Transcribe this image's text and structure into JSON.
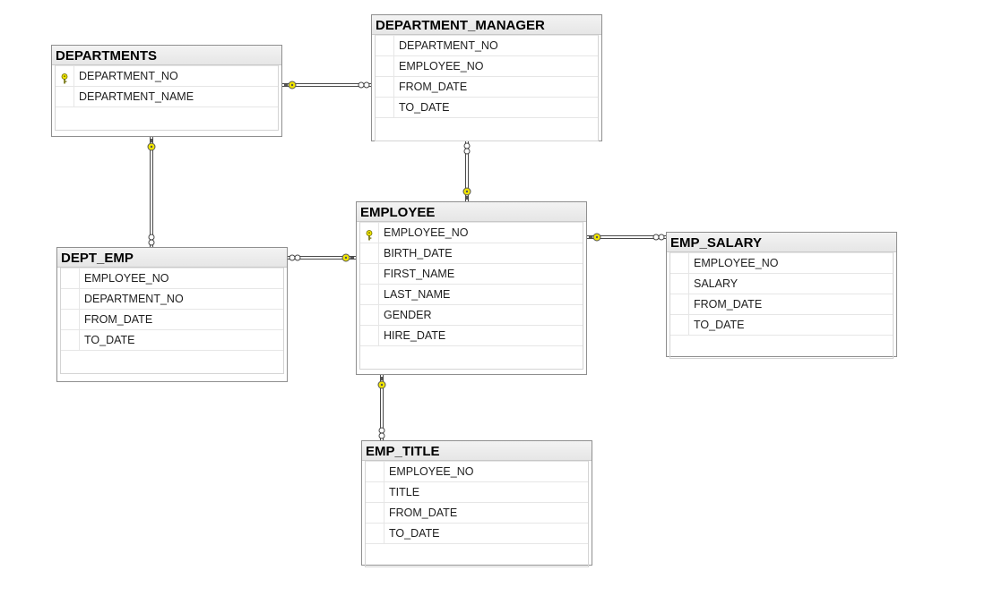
{
  "tables": [
    {
      "id": "departments",
      "title": "DEPARTMENTS",
      "columns": [
        {
          "name": "DEPARTMENT_NO",
          "pk": true
        },
        {
          "name": "DEPARTMENT_NAME",
          "pk": false
        }
      ]
    },
    {
      "id": "department-manager",
      "title": "DEPARTMENT_MANAGER",
      "columns": [
        {
          "name": "DEPARTMENT_NO",
          "pk": false
        },
        {
          "name": "EMPLOYEE_NO",
          "pk": false
        },
        {
          "name": "FROM_DATE",
          "pk": false
        },
        {
          "name": "TO_DATE",
          "pk": false
        }
      ]
    },
    {
      "id": "employee",
      "title": "EMPLOYEE",
      "columns": [
        {
          "name": "EMPLOYEE_NO",
          "pk": true
        },
        {
          "name": "BIRTH_DATE",
          "pk": false
        },
        {
          "name": "FIRST_NAME",
          "pk": false
        },
        {
          "name": "LAST_NAME",
          "pk": false
        },
        {
          "name": "GENDER",
          "pk": false
        },
        {
          "name": "HIRE_DATE",
          "pk": false
        }
      ]
    },
    {
      "id": "dept-emp",
      "title": "DEPT_EMP",
      "columns": [
        {
          "name": "EMPLOYEE_NO",
          "pk": false
        },
        {
          "name": "DEPARTMENT_NO",
          "pk": false
        },
        {
          "name": "FROM_DATE",
          "pk": false
        },
        {
          "name": "TO_DATE",
          "pk": false
        }
      ]
    },
    {
      "id": "emp-salary",
      "title": "EMP_SALARY",
      "columns": [
        {
          "name": "EMPLOYEE_NO",
          "pk": false
        },
        {
          "name": "SALARY",
          "pk": false
        },
        {
          "name": "FROM_DATE",
          "pk": false
        },
        {
          "name": "TO_DATE",
          "pk": false
        }
      ]
    },
    {
      "id": "emp-title",
      "title": "EMP_TITLE",
      "columns": [
        {
          "name": "EMPLOYEE_NO",
          "pk": false
        },
        {
          "name": "TITLE",
          "pk": false
        },
        {
          "name": "FROM_DATE",
          "pk": false
        },
        {
          "name": "TO_DATE",
          "pk": false
        }
      ]
    }
  ],
  "relationships": [
    {
      "id": "departments-to-department-manager",
      "one": "departments",
      "many": "department-manager"
    },
    {
      "id": "departments-to-dept-emp",
      "one": "departments",
      "many": "dept-emp"
    },
    {
      "id": "employee-to-department-manager",
      "one": "employee",
      "many": "department-manager"
    },
    {
      "id": "employee-to-dept-emp",
      "one": "employee",
      "many": "dept-emp"
    },
    {
      "id": "employee-to-emp-salary",
      "one": "employee",
      "many": "emp-salary"
    },
    {
      "id": "employee-to-emp-title",
      "one": "employee",
      "many": "emp-title"
    }
  ],
  "colors": {
    "key_icon": "#f2e600",
    "connector_line": "#4a4a4a",
    "border": "#8f8f8f"
  },
  "icons": {
    "primary_key": "key-icon",
    "one_end": "key-end-icon",
    "many_end": "infinity-end-icon"
  }
}
